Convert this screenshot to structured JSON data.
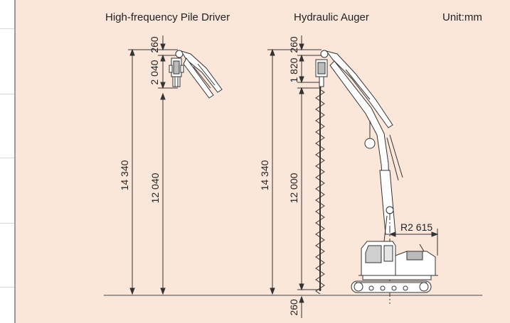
{
  "titles": {
    "pile_driver": "High-frequency Pile Driver",
    "auger": "Hydraulic Auger",
    "unit": "Unit:mm"
  },
  "dimensions": {
    "pd_top": "260",
    "pd_head": "2 040",
    "pd_total": "14 340",
    "pd_pile": "12 040",
    "au_top": "260",
    "au_head": "1 820",
    "au_total": "14 340",
    "au_screw": "12 000",
    "au_bottom": "260",
    "radius": "R2 615"
  },
  "colors": {
    "background": "#fbe7da",
    "line": "#333333"
  }
}
